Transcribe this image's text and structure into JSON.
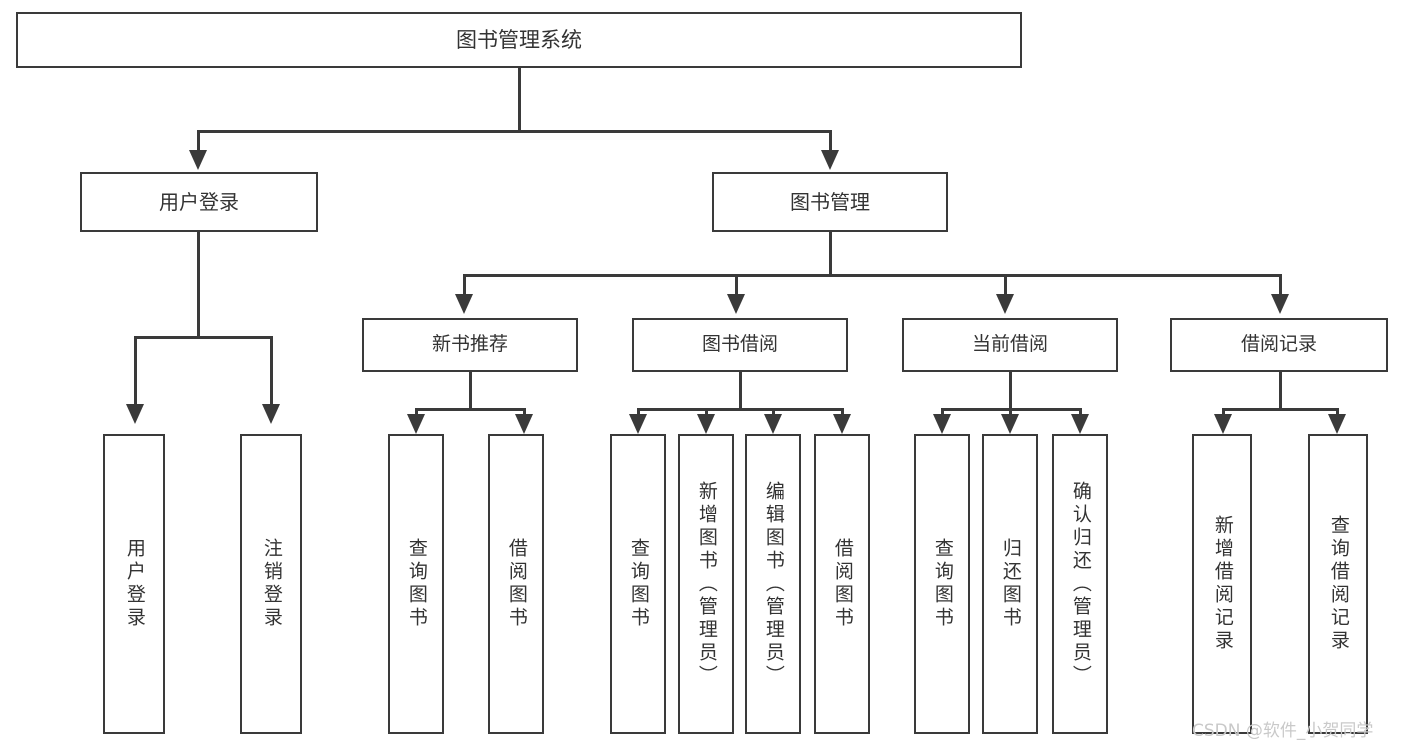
{
  "diagram": {
    "type": "tree",
    "title": "图书管理系统",
    "root": {
      "id": "root",
      "label": "图书管理系统"
    },
    "level1": [
      {
        "id": "user-login",
        "label": "用户登录"
      },
      {
        "id": "book-manage",
        "label": "图书管理"
      }
    ],
    "level2": [
      {
        "id": "new-book-recommend",
        "label": "新书推荐",
        "parent": "book-manage"
      },
      {
        "id": "book-borrow",
        "label": "图书借阅",
        "parent": "book-manage"
      },
      {
        "id": "current-borrow",
        "label": "当前借阅",
        "parent": "book-manage"
      },
      {
        "id": "borrow-record",
        "label": "借阅记录",
        "parent": "book-manage"
      }
    ],
    "leaves": [
      {
        "id": "leaf-user-login",
        "label": "用户登录",
        "parent": "user-login"
      },
      {
        "id": "leaf-logout-login",
        "label": "注销登录",
        "parent": "user-login"
      },
      {
        "id": "leaf-query-book-1",
        "label": "查询图书",
        "parent": "new-book-recommend"
      },
      {
        "id": "leaf-borrow-book-1",
        "label": "借阅图书",
        "parent": "new-book-recommend"
      },
      {
        "id": "leaf-query-book-2",
        "label": "查询图书",
        "parent": "book-borrow"
      },
      {
        "id": "leaf-add-book-admin",
        "label": "新增图书（管理员）",
        "parent": "book-borrow"
      },
      {
        "id": "leaf-edit-book-admin",
        "label": "编辑图书（管理员）",
        "parent": "book-borrow"
      },
      {
        "id": "leaf-borrow-book-2",
        "label": "借阅图书",
        "parent": "book-borrow"
      },
      {
        "id": "leaf-query-book-3",
        "label": "查询图书",
        "parent": "current-borrow"
      },
      {
        "id": "leaf-return-book",
        "label": "归还图书",
        "parent": "current-borrow"
      },
      {
        "id": "leaf-confirm-return-admin",
        "label": "确认归还（管理员）",
        "parent": "current-borrow"
      },
      {
        "id": "leaf-add-borrow-record",
        "label": "新增借阅记录",
        "parent": "borrow-record"
      },
      {
        "id": "leaf-query-borrow-record",
        "label": "查询借阅记录",
        "parent": "borrow-record"
      }
    ],
    "watermark": "CSDN @软件_小贺同学",
    "colors": {
      "stroke": "#3a3a3a",
      "text": "#333333",
      "background": "#ffffff",
      "watermark": "#c9c9c9"
    }
  }
}
